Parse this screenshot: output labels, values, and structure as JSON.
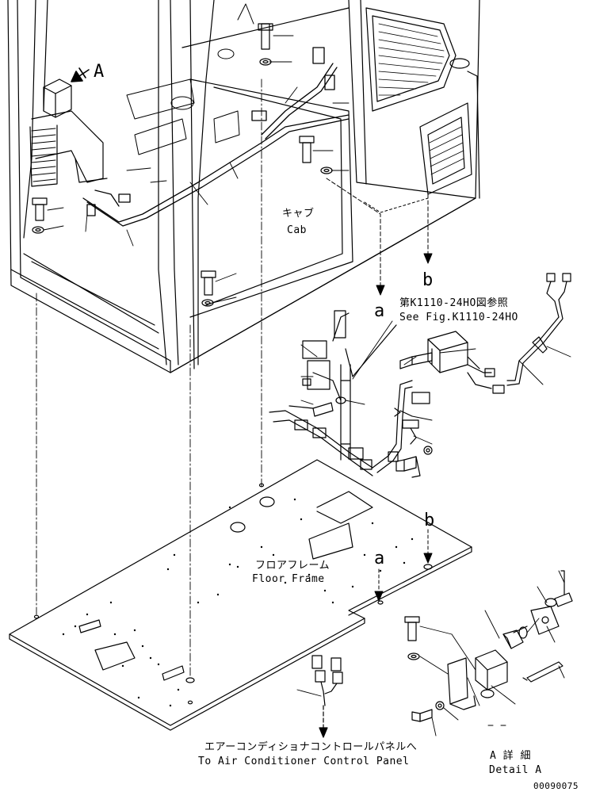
{
  "labels": {
    "detail_marker": "A",
    "cab_jp": "キャブ",
    "cab_en": "Cab",
    "ref_a_upper": "a",
    "ref_b_upper": "b",
    "see_fig_jp": "第K1110-24HO図参照",
    "see_fig_en": "See Fig.K1110-24HO",
    "ref_b_lower": "b",
    "ref_a_lower": "a",
    "floor_jp": "フロアフレーム",
    "floor_en": "Floor Frame",
    "aircon_jp": "エアーコンディショナコントロールパネルへ",
    "aircon_en": "To Air Conditioner Control Panel",
    "detail_jp": "A 詳 細",
    "detail_en": "Detail A",
    "drawing_no": "00090075"
  }
}
